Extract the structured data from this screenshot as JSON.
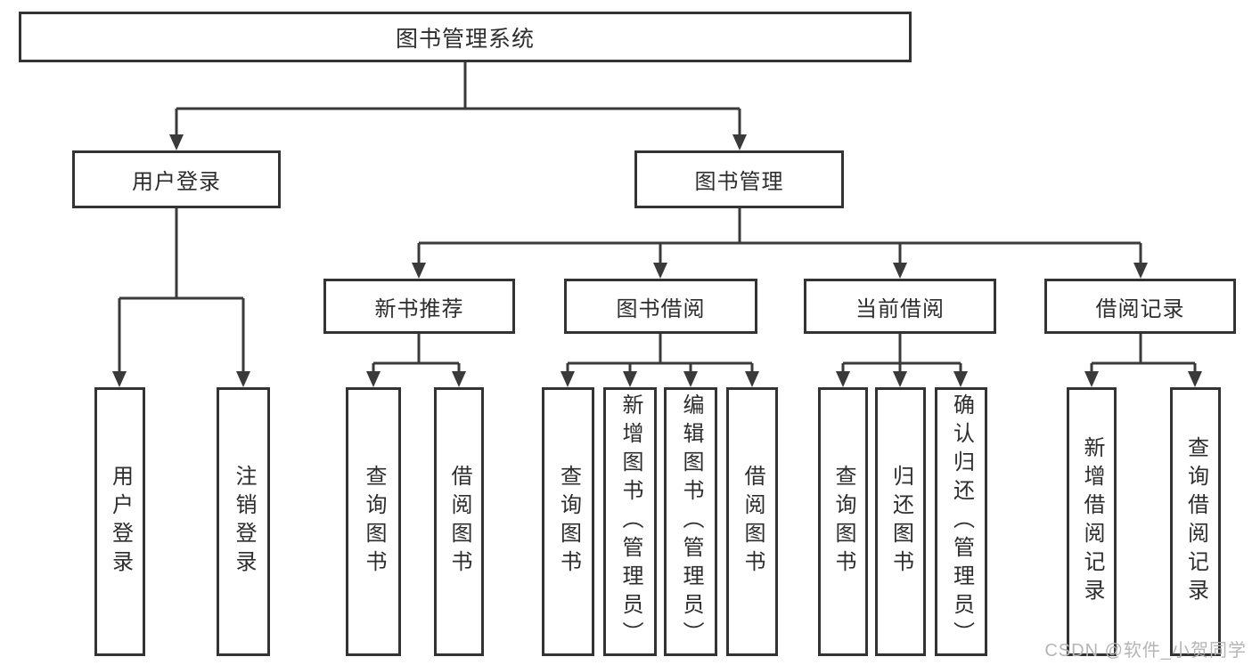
{
  "diagram_type": "hierarchy-tree",
  "watermark": {
    "text": "CSDN @软件_小贺同学"
  },
  "colors": {
    "line": "#3a3a3a",
    "box_border": "#333333",
    "text": "#2d2d2d",
    "background": "#ffffff",
    "watermark": "#b5b5b5"
  },
  "tree": {
    "root": {
      "label": "图书管理系统"
    },
    "branches": [
      {
        "label": "用户登录",
        "children": [
          {
            "label": "用户登录"
          },
          {
            "label": "注销登录"
          }
        ]
      },
      {
        "label": "图书管理",
        "groups": [
          {
            "label": "新书推荐",
            "children": [
              {
                "label": "查询图书"
              },
              {
                "label": "借阅图书"
              }
            ]
          },
          {
            "label": "图书借阅",
            "children": [
              {
                "label": "查询图书"
              },
              {
                "label": "新增图书（管理员）"
              },
              {
                "label": "编辑图书（管理员）"
              },
              {
                "label": "借阅图书"
              }
            ]
          },
          {
            "label": "当前借阅",
            "children": [
              {
                "label": "查询图书"
              },
              {
                "label": "归还图书"
              },
              {
                "label": "确认归还（管理员）"
              }
            ]
          },
          {
            "label": "借阅记录",
            "children": [
              {
                "label": "新增借阅记录"
              },
              {
                "label": "查询借阅记录"
              }
            ]
          }
        ]
      }
    ]
  }
}
